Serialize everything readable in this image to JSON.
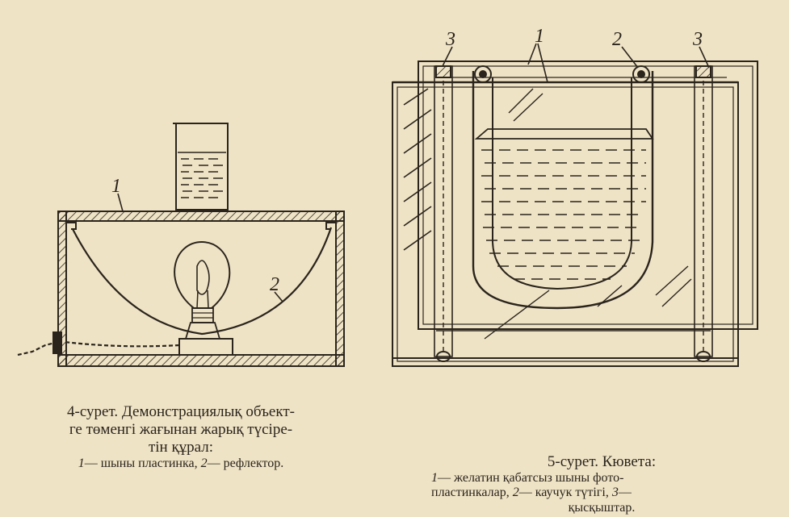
{
  "figure4": {
    "labels": {
      "plate": "1",
      "reflector": "2"
    },
    "caption": {
      "title_line1": "4-сурет.  Демонстрациялық объект-",
      "title_line2": "ге төменгі жағынан жарық түсіре-",
      "title_line3": "тін құрал:",
      "legend_1_num": "1",
      "legend_1_text": "— шыны пластинка, ",
      "legend_2_num": "2",
      "legend_2_text": "— рефлектор."
    }
  },
  "figure5": {
    "labels": {
      "clip_left": "3",
      "plates": "1",
      "tube": "2",
      "clip_right": "3"
    },
    "caption": {
      "title": "5-сурет. Кювета:",
      "legend_1_num": "1",
      "legend_1_text": "— желатин қабатсыз шыны фото-",
      "legend_1_cont": "пластинкалар, ",
      "legend_2_num": "2",
      "legend_2_text": "— каучук түтігі, ",
      "legend_3_num": "3",
      "legend_3_text": "—",
      "legend_3_cont": "қысқыштар."
    }
  }
}
